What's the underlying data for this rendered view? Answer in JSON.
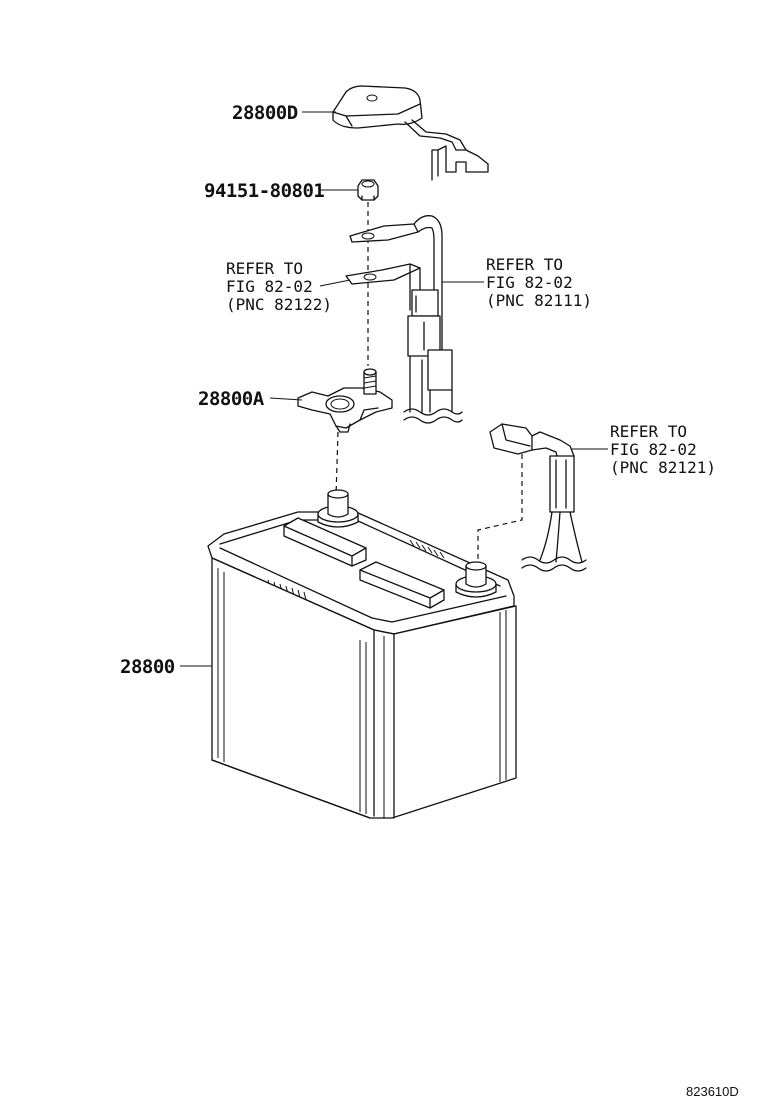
{
  "parts": {
    "cover": "28800D",
    "nut": "94151-80801",
    "clamp": "28800A",
    "battery": "28800"
  },
  "references": {
    "ref1": {
      "line1": "REFER TO",
      "line2": "FIG 82-02",
      "line3": "(PNC 82122)"
    },
    "ref2": {
      "line1": "REFER TO",
      "line2": "FIG 82-02",
      "line3": "(PNC 82111)"
    },
    "ref3": {
      "line1": "REFER TO",
      "line2": "FIG 82-02",
      "line3": "(PNC 82121)"
    }
  },
  "figure_code": "823610D"
}
